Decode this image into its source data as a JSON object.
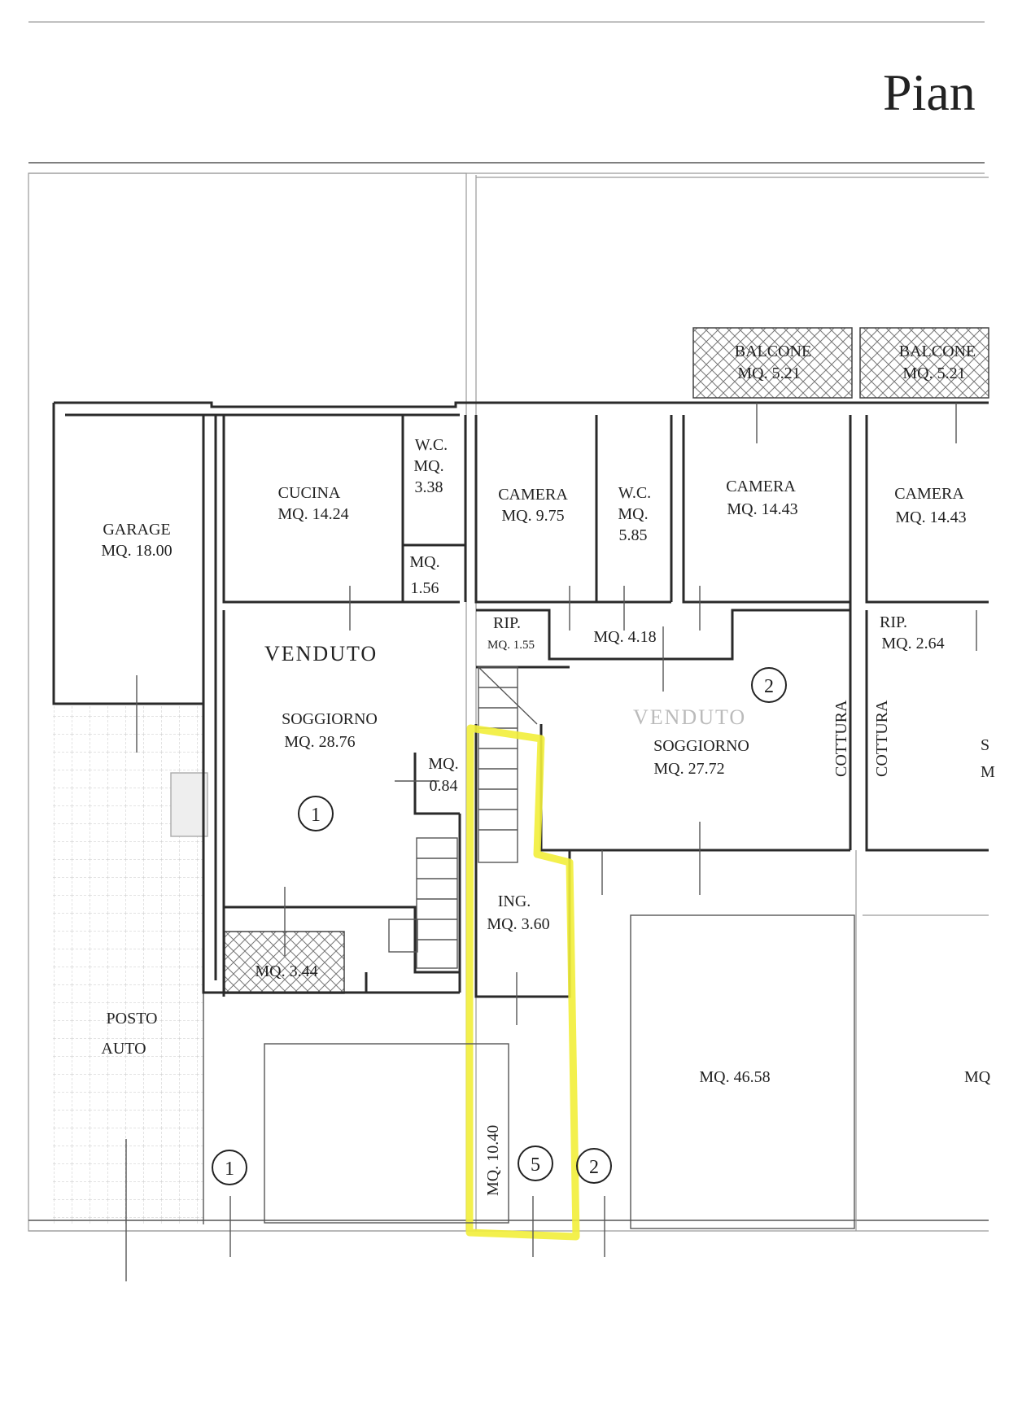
{
  "title": "Pian",
  "rooms": {
    "garage": {
      "name": "GARAGE",
      "area": "MQ. 18.00"
    },
    "cucina": {
      "name": "CUCINA",
      "area": "MQ. 14.24"
    },
    "wc1": {
      "name": "W.C.",
      "mq": "MQ.",
      "value": "3.38"
    },
    "small1": {
      "mq": "MQ.",
      "value": "1.56"
    },
    "camera1": {
      "name": "CAMERA",
      "area": "MQ. 9.75"
    },
    "wc2": {
      "name": "W.C.",
      "mq": "MQ.",
      "value": "5.85"
    },
    "camera2": {
      "name": "CAMERA",
      "area": "MQ. 14.43"
    },
    "camera3": {
      "name": "CAMERA",
      "area": "MQ. 14.43"
    },
    "balcone1": {
      "name": "BALCONE",
      "area": "MQ. 5.21"
    },
    "balcone2": {
      "name": "BALCONE",
      "area": "MQ. 5.21"
    },
    "rip1": {
      "name": "RIP.",
      "area": "MQ. 1.55"
    },
    "disimpegno": {
      "area": "MQ. 4.18"
    },
    "rip2": {
      "name": "RIP.",
      "area": "MQ. 2.64"
    },
    "soggiorno1": {
      "name": "SOGGIORNO",
      "area": "MQ. 28.76"
    },
    "small2": {
      "mq": "MQ.",
      "value": "0.84"
    },
    "soggiorno2": {
      "name": "SOGGIORNO",
      "area": "MQ. 27.72"
    },
    "cottura1": {
      "name": "COTTURA"
    },
    "cottura2": {
      "name": "COTTURA"
    },
    "partial_s": {
      "name": "S"
    },
    "partial_m": {
      "name": "M"
    },
    "terrazzo": {
      "area": "MQ. 3.44"
    },
    "ingresso": {
      "name": "ING.",
      "area": "MQ. 3.60"
    },
    "posto_auto": {
      "line1": "POSTO",
      "line2": "AUTO"
    },
    "corte_5": {
      "area": "MQ. 10.40"
    },
    "corte_large": {
      "area": "MQ. 46.58"
    },
    "corte_right": {
      "area": "MQ"
    }
  },
  "handwriting": {
    "note1": "VENDUTO",
    "note2": "VENDUTO"
  },
  "markers": {
    "m1a": "1",
    "m2a": "2",
    "m1b": "1",
    "m5": "5",
    "m2b": "2"
  },
  "colors": {
    "highlight": "#f2ee3a",
    "wall": "#2a2a2a"
  }
}
